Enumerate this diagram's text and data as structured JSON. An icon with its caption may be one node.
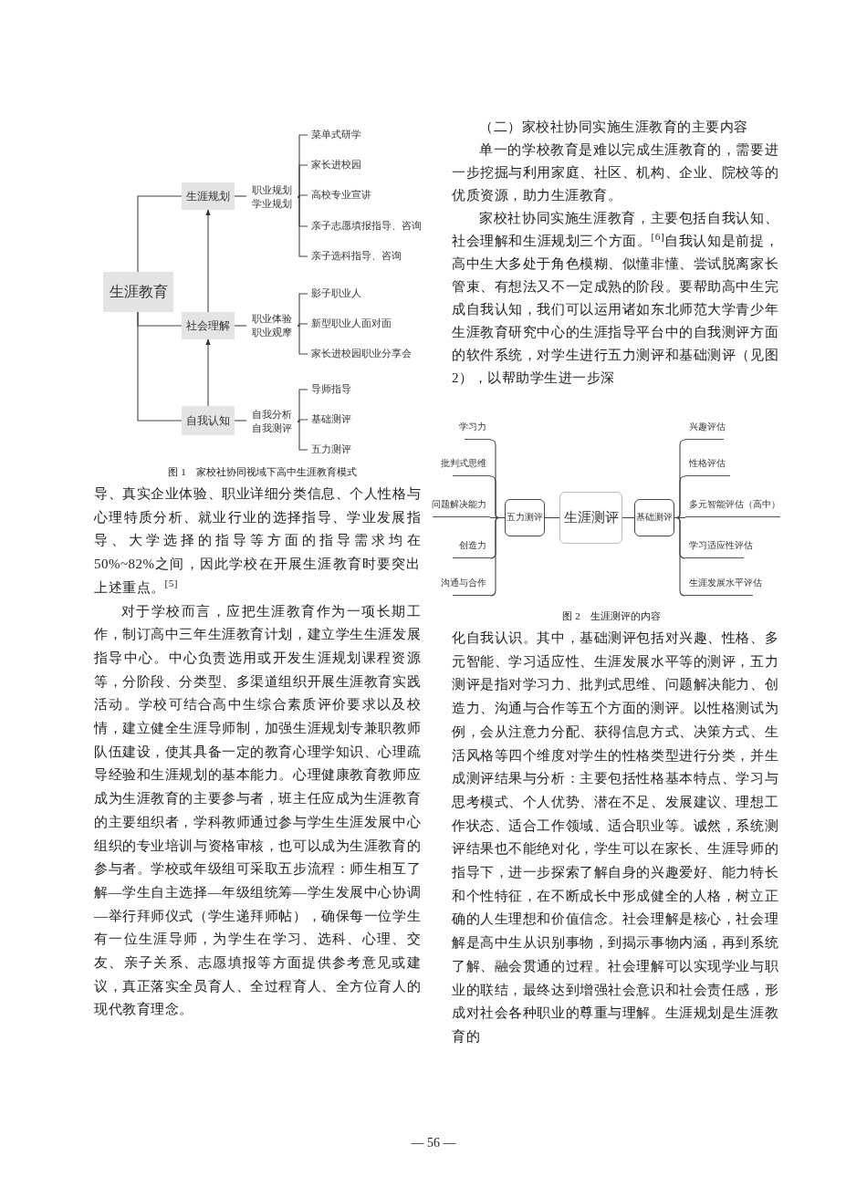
{
  "diagram": {
    "nodes": [
      {
        "text": [
          "生涯教育"
        ]
      },
      {
        "text": [
          "生涯规划"
        ]
      },
      {
        "text": [
          "职业规划",
          "学业规划"
        ]
      },
      {
        "text": [
          "菜单式研学"
        ]
      },
      {
        "text": [
          "家长进校园"
        ]
      },
      {
        "text": [
          "高校专业宣讲"
        ]
      },
      {
        "text": [
          "亲子志愿填报指导、咨询"
        ]
      },
      {
        "text": [
          "亲子选科指导、咨询"
        ]
      },
      {
        "text": [
          "社会理解"
        ]
      },
      {
        "text": [
          "职业体验",
          "职业观摩"
        ]
      },
      {
        "text": [
          "影子职业人"
        ]
      },
      {
        "text": [
          "新型职业人面对面"
        ]
      },
      {
        "text": [
          "家长进校园职业分享会"
        ]
      },
      {
        "text": [
          "自我认知"
        ]
      },
      {
        "text": [
          "自我分析",
          "自我测评"
        ]
      },
      {
        "text": [
          "导师指导"
        ]
      },
      {
        "text": [
          "基础测评"
        ]
      },
      {
        "text": [
          "五力测评"
        ]
      },
      {
        "text": [
          "生涯测评"
        ]
      },
      {
        "text": [
          "五力测评"
        ]
      },
      {
        "text": [
          "学习力"
        ]
      },
      {
        "text": [
          "批判式思维"
        ]
      },
      {
        "text": [
          "问题解决能力"
        ]
      },
      {
        "text": [
          "创造力"
        ]
      },
      {
        "text": [
          "沟通与合作"
        ]
      },
      {
        "text": [
          "基础测评"
        ]
      },
      {
        "text": [
          "兴趣评估"
        ]
      },
      {
        "text": [
          "性格评估"
        ]
      },
      {
        "text": [
          "多元智能评估（高中）"
        ]
      },
      {
        "text": [
          "学习适应性评估"
        ]
      },
      {
        "text": [
          "生涯发展水平评估"
        ]
      }
    ],
    "edges": [
      {
        "from": 0,
        "to": 1,
        "arrow": "none"
      },
      {
        "from": 0,
        "to": 8,
        "arrow": "none"
      },
      {
        "from": 0,
        "to": 13,
        "arrow": "none"
      },
      {
        "from": 1,
        "to": 2,
        "arrow": "none"
      },
      {
        "from": 2,
        "to": 3,
        "arrow": "none"
      },
      {
        "from": 2,
        "to": 4,
        "arrow": "none"
      },
      {
        "from": 2,
        "to": 5,
        "arrow": "none"
      },
      {
        "from": 2,
        "to": 6,
        "arrow": "none"
      },
      {
        "from": 2,
        "to": 7,
        "arrow": "none"
      },
      {
        "from": 8,
        "to": 9,
        "arrow": "none"
      },
      {
        "from": 9,
        "to": 10,
        "arrow": "none"
      },
      {
        "from": 9,
        "to": 11,
        "arrow": "none"
      },
      {
        "from": 9,
        "to": 12,
        "arrow": "none"
      },
      {
        "from": 13,
        "to": 14,
        "arrow": "none"
      },
      {
        "from": 14,
        "to": 15,
        "arrow": "none"
      },
      {
        "from": 14,
        "to": 16,
        "arrow": "none"
      },
      {
        "from": 14,
        "to": 17,
        "arrow": "none"
      },
      {
        "from": 13,
        "to": 8,
        "arrow": "to"
      },
      {
        "from": 8,
        "to": 1,
        "arrow": "to"
      },
      {
        "from": 18,
        "to": 19,
        "arrow": "none"
      },
      {
        "from": 19,
        "to": 20,
        "arrow": "none"
      },
      {
        "from": 19,
        "to": 21,
        "arrow": "none"
      },
      {
        "from": 19,
        "to": 22,
        "arrow": "none"
      },
      {
        "from": 19,
        "to": 23,
        "arrow": "none"
      },
      {
        "from": 19,
        "to": 24,
        "arrow": "none"
      },
      {
        "from": 18,
        "to": 25,
        "arrow": "none"
      },
      {
        "from": 25,
        "to": 26,
        "arrow": "none"
      },
      {
        "from": 25,
        "to": 27,
        "arrow": "none"
      },
      {
        "from": 25,
        "to": 28,
        "arrow": "none"
      },
      {
        "from": 25,
        "to": 29,
        "arrow": "none"
      },
      {
        "from": 25,
        "to": 30,
        "arrow": "none"
      }
    ],
    "labels": [
      "图 1　家校社协同视域下高中生涯教育模式",
      "导、真实企业体验、职业详细分类信息、个人性格与心理特质分析、就业行业的选择指导、学业发展指导、大学选择的指导等方面的指导需求均在50%~82%之间，因此学校在开展生涯教育时要突出上述重点。$^{[5]}$",
      "对于学校而言，应把生涯教育作为一项长期工作，制订高中三年生涯教育计划，建立学生生涯发展指导中心。中心负责选用或开发生涯规划课程资源等，分阶段、分类型、多渠道组织开展生涯教育实践活动。学校可结合高中生综合素质评价要求以及校情，建立健全生涯导师制，加强生涯规划专兼职教师队伍建设，使其具备一定的教育心理学知识、心理疏导经验和生涯规划的基本能力。心理健康教育教师应成为生涯教育的主要参与者，班主任应成为生涯教育的主要组织者，学科教师通过参与学生生涯发展中心组织的专业培训与资格审核，也可以成为生涯教育的参与者。学校或年级组可采取五步流程：师生相互了解—学生自主选择—年级组统筹—学生发展中心协调—举行拜师仪式（学生递拜师帖），确保每一位学生有一位生涯导师，为学生在学习、选科、心理、交友、亲子关系、志愿填报等方面提供参考意见或建议，真正落实全员育人、全过程育人、全方位育人的现代教育理念。",
      "（二）家校社协同实施生涯教育的主要内容",
      "单一的学校教育是难以完成生涯教育的，需要进一步挖掘与利用家庭、社区、机构、企业、院校等的优质资源，助力生涯教育。",
      "家校社协同实施生涯教育，主要包括自我认知、社会理解和生涯规划三个方面。$^{[6]}$自我认知是前提，高中生大多处于角色模糊、似懂非懂、尝试脱离家长管束、有想法又不一定成熟的阶段。要帮助高中生完成自我认知，我们可以运用诸如东北师范大学青少年生涯教育研究中心的生涯指导平台中的自我测评方面的软件系统，对学生进行五力测评和基础测评（见图2），以帮助学生进一步深",
      "图 2　生涯测评的内容",
      "化自我认识。其中，基础测评包括对兴趣、性格、多元智能、学习适应性、生涯发展水平等的测评，五力测评是指对学习力、批判式思维、问题解决能力、创造力、沟通与合作等五个方面的测评。以性格测试为例，会从注意力分配、获得信息方式、决策方式、生活风格等四个维度对学生的性格类型进行分类，并生成测评结果与分析：主要包括性格基本特点、学习与思考模式、个人优势、潜在不足、发展建议、理想工作状态、适合工作领域、适合职业等。诚然，系统测评结果也不能绝对化，学生可以在家长、生涯导师的指导下，进一步探索了解自身的兴趣爱好、能力特长和个性特征，在不断成长中形成健全的人格，树立正确的人生理想和价值信念。社会理解是核心，社会理解是高中生从识别事物，到揭示事物内涵，再到系统了解、融会贯通的过程。社会理解可以实现学业与职业的联结，最终达到增强社会意识和社会责任感，形成对社会各种职业的尊重与理解。生涯规划是生涯教育的",
      "— 56 —"
    ]
  }
}
